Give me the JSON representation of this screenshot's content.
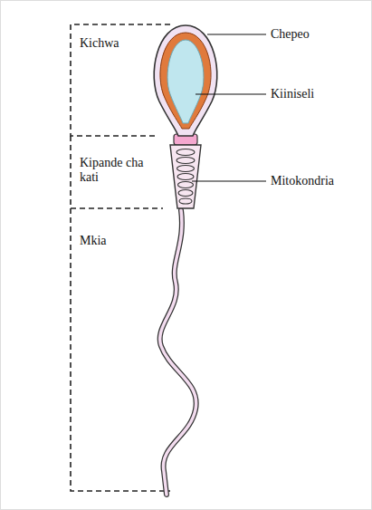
{
  "diagram": {
    "labels": [
      "Kichwa",
      "Kipande cha kati",
      "Mkia",
      "Chepeo",
      "Kiiniseli",
      "Mitokondria"
    ]
  }
}
